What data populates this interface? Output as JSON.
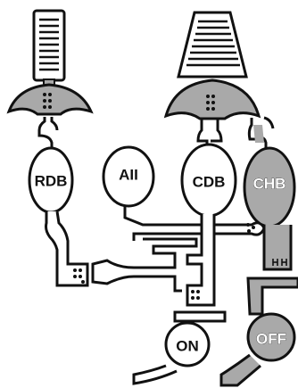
{
  "labels": {
    "rdb": "RDB",
    "aii": "AII",
    "cdb": "CDB",
    "chb": "CHB",
    "on": "ON",
    "off": "OFF"
  },
  "colors": {
    "outline": "#111111",
    "gray_fill": "#a9a9a9",
    "cone_stripes": "#111111",
    "background": "#ffffff"
  }
}
